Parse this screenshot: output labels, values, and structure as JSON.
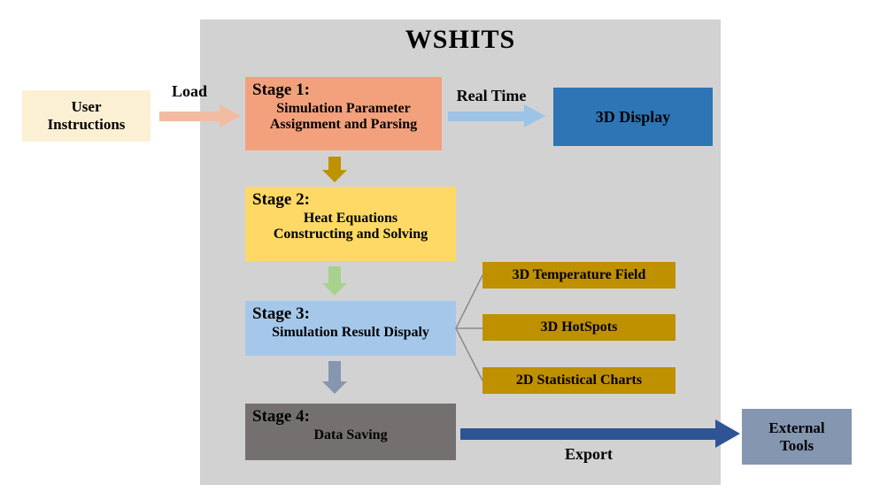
{
  "diagram": {
    "title": "WSHITS",
    "inputs": {
      "user_instructions": "User Instructions"
    },
    "stages": {
      "stage1": {
        "heading": "Stage 1:",
        "body": "Simulation Parameter Assignment and Parsing"
      },
      "stage2": {
        "heading": "Stage 2:",
        "body": "Heat Equations Constructing and Solving"
      },
      "stage3": {
        "heading": "Stage 3:",
        "body": "Simulation Result Dispaly"
      },
      "stage4": {
        "heading": "Stage 4:",
        "body": "Data Saving"
      }
    },
    "display_box": "3D Display",
    "outputs": [
      "3D Temperature Field",
      "3D HotSpots",
      "2D Statistical Charts"
    ],
    "external_tools": "External Tools",
    "arrow_labels": {
      "load": "Load",
      "real_time": "Real Time",
      "export": "Export"
    },
    "colors": {
      "panel": "#D2D2D2",
      "user_instructions_box": "#FBF0D3",
      "stage1_box": "#F2A17C",
      "load_arrow": "#F2BCA2",
      "real_time_arrow": "#9DC3E6",
      "display_box": "#2E75B6",
      "stage2_box": "#FFD966",
      "arrow_stage1_stage2": "#BF9000",
      "arrow_stage2_stage3": "#A9D18E",
      "stage3_box": "#A5C8EA",
      "output_boxes": "#BF9000",
      "arrow_stage3_stage4": "#8496B0",
      "stage4_box": "#757070",
      "export_arrow": "#2F5496",
      "external_tools_box": "#8496B0"
    }
  }
}
